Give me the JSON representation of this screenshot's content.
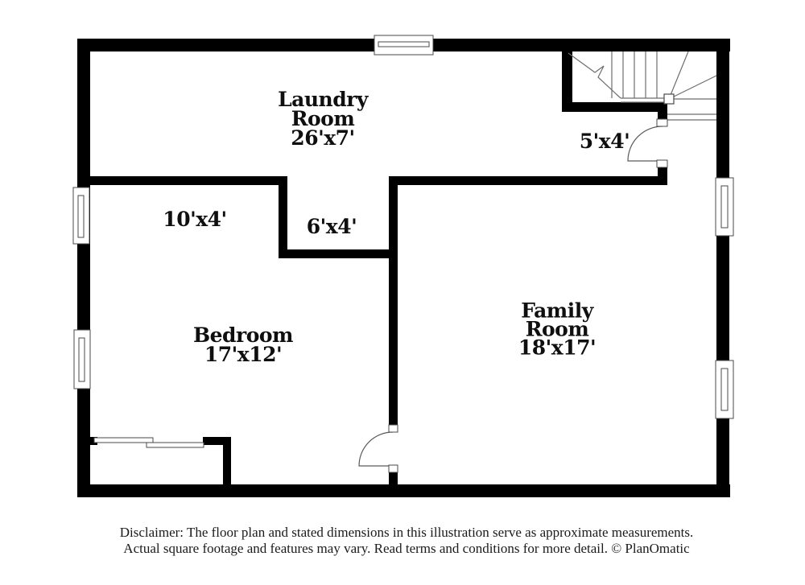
{
  "colors": {
    "wall": "#000000",
    "background": "#ffffff",
    "detail_line": "#6e6e6e",
    "fixture_stroke": "#4a4a4a",
    "text": "#0f0f0f"
  },
  "rooms": {
    "laundry": {
      "line1": "Laundry",
      "line2": "Room",
      "dims": "26'x7'"
    },
    "bedroom": {
      "line1": "Bedroom",
      "dims": "17'x12'"
    },
    "family": {
      "line1": "Family",
      "line2": "Room",
      "dims": "18'x17'"
    },
    "hall": {
      "dims": "5'x4'"
    },
    "nook": {
      "dims": "6'x4'"
    },
    "alcove": {
      "dims": "10'x4'"
    }
  },
  "disclaimer": {
    "line1": "Disclaimer: The floor plan and stated dimensions in this illustration serve as approximate measurements.",
    "line2": "Actual square footage and features may vary. Read terms and conditions for more detail. © PlanOmatic"
  }
}
